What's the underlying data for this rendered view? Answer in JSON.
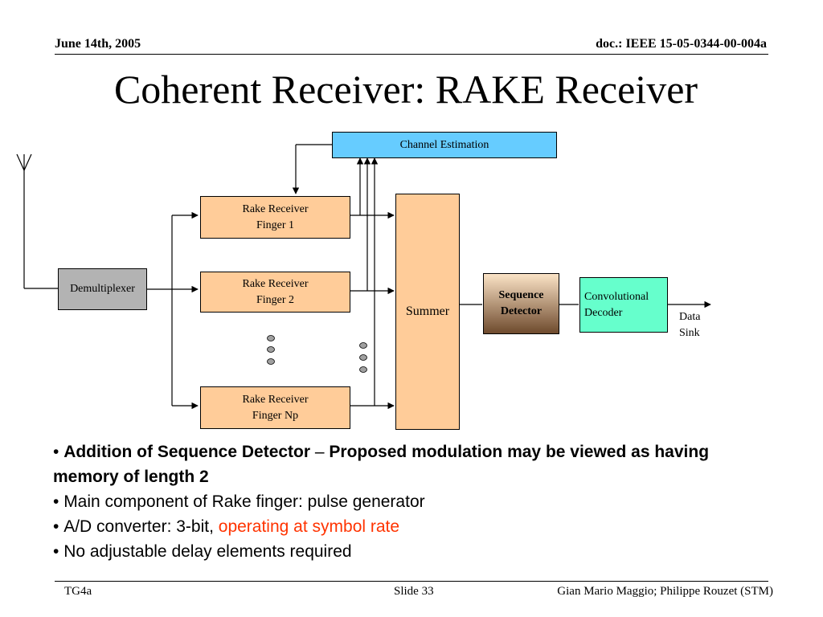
{
  "header": {
    "date": "June 14th, 2005",
    "doc": "doc.: IEEE 15-05-0344-00-004a"
  },
  "title": "Coherent Receiver: RAKE Receiver",
  "diagram": {
    "channel_estimation": "Channel Estimation",
    "demultiplexer": "Demultiplexer",
    "finger1": {
      "line1": "Rake Receiver",
      "line2": "Finger 1"
    },
    "finger2": {
      "line1": "Rake Receiver",
      "line2": "Finger 2"
    },
    "fingerNp": {
      "line1": "Rake Receiver",
      "line2": "Finger Np"
    },
    "summer": "Summer",
    "sequence_detector": {
      "line1": "Sequence",
      "line2": "Detector"
    },
    "conv_decoder": {
      "line1": "Convolutional",
      "line2": "Decoder"
    },
    "data_sink": {
      "line1": "Data",
      "line2": "Sink"
    },
    "colors": {
      "channel_estimation": "#66ccff",
      "demultiplexer": "#b3b3b3",
      "finger": "#ffcc99",
      "sequence_detector_top": "#fbe3c6",
      "sequence_detector_bottom": "#6e4a2d",
      "conv_decoder": "#66ffcc"
    }
  },
  "bullets": {
    "b1_bold1": "Addition of Sequence Detector",
    "b1_dash": " – ",
    "b1_bold2": "Proposed modulation may be viewed as having memory of length 2",
    "b2": "Main component of Rake finger: pulse generator",
    "b3_prefix": "A/D converter: 3-bit, ",
    "b3_red": "operating at symbol rate",
    "b4": "No adjustable delay elements required"
  },
  "footer": {
    "left": "TG4a",
    "center": "Slide 33",
    "right": "Gian Mario Maggio; Philippe Rouzet (STM)"
  }
}
